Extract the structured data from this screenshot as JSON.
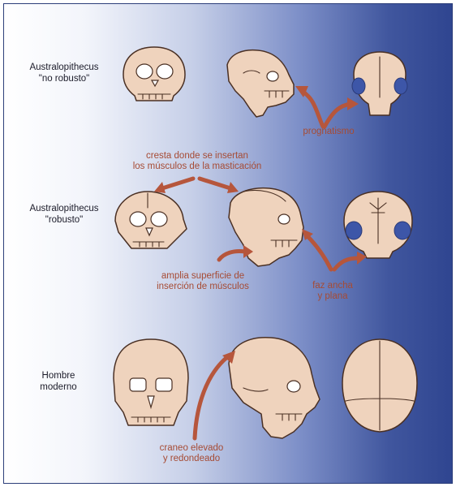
{
  "rows": [
    {
      "label": [
        "Australopithecus",
        "\"no robusto\""
      ]
    },
    {
      "label": [
        "Australopithecus",
        "\"robusto\""
      ]
    },
    {
      "label": [
        "Hombre",
        "moderno"
      ]
    }
  ],
  "annotations": {
    "prognatismo": "prognatismo",
    "cresta": [
      "cresta donde se insertan",
      "los músculos de la masticación"
    ],
    "superficie": [
      "amplia superficie de",
      "inserción de músculos"
    ],
    "cara": [
      "faz ancha",
      "y plana"
    ],
    "craneo": [
      "craneo elevado",
      "y redondeado"
    ]
  },
  "colors": {
    "annotation": "#a64b34",
    "arrow": "#b6563c",
    "skull_fill": "#efd3bd",
    "outline": "#4a3024",
    "background_dark": "#2f4590"
  }
}
